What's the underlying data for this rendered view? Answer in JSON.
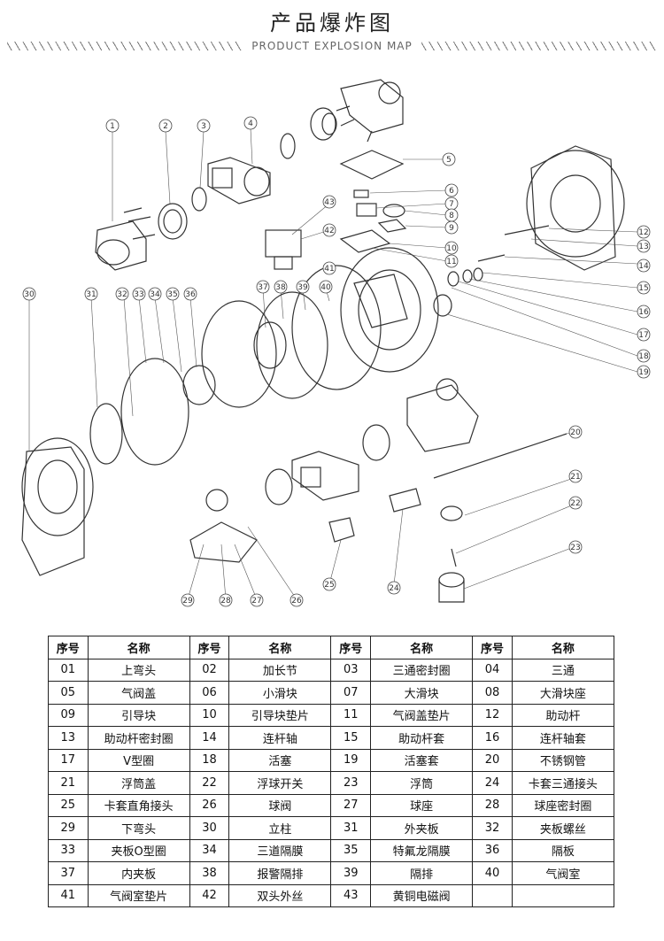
{
  "title": "产品爆炸图",
  "subtitle": "PRODUCT EXPLOSION MAP",
  "table": {
    "col_no": "序号",
    "col_name": "名称",
    "parts": [
      {
        "no": "01",
        "name": "上弯头"
      },
      {
        "no": "02",
        "name": "加长节"
      },
      {
        "no": "03",
        "name": "三通密封圈"
      },
      {
        "no": "04",
        "name": "三通"
      },
      {
        "no": "05",
        "name": "气阀盖"
      },
      {
        "no": "06",
        "name": "小滑块"
      },
      {
        "no": "07",
        "name": "大滑块"
      },
      {
        "no": "08",
        "name": "大滑块座"
      },
      {
        "no": "09",
        "name": "引导块"
      },
      {
        "no": "10",
        "name": "引导块垫片"
      },
      {
        "no": "11",
        "name": "气阀盖垫片"
      },
      {
        "no": "12",
        "name": "助动杆"
      },
      {
        "no": "13",
        "name": "助动杆密封圈"
      },
      {
        "no": "14",
        "name": "连杆轴"
      },
      {
        "no": "15",
        "name": "助动杆套"
      },
      {
        "no": "16",
        "name": "连杆轴套"
      },
      {
        "no": "17",
        "name": "V型圈"
      },
      {
        "no": "18",
        "name": "活塞"
      },
      {
        "no": "19",
        "name": "活塞套"
      },
      {
        "no": "20",
        "name": "不锈钢管"
      },
      {
        "no": "21",
        "name": "浮筒盖"
      },
      {
        "no": "22",
        "name": "浮球开关"
      },
      {
        "no": "23",
        "name": "浮筒"
      },
      {
        "no": "24",
        "name": "卡套三通接头"
      },
      {
        "no": "25",
        "name": "卡套直角接头"
      },
      {
        "no": "26",
        "name": "球阀"
      },
      {
        "no": "27",
        "name": "球座"
      },
      {
        "no": "28",
        "name": "球座密封圈"
      },
      {
        "no": "29",
        "name": "下弯头"
      },
      {
        "no": "30",
        "name": "立柱"
      },
      {
        "no": "31",
        "name": "外夹板"
      },
      {
        "no": "32",
        "name": "夹板螺丝"
      },
      {
        "no": "33",
        "name": "夹板O型圈"
      },
      {
        "no": "34",
        "name": "三道隔膜"
      },
      {
        "no": "35",
        "name": "特氟龙隔膜"
      },
      {
        "no": "36",
        "name": "隔板"
      },
      {
        "no": "37",
        "name": "内夹板"
      },
      {
        "no": "38",
        "name": "报警隔排"
      },
      {
        "no": "39",
        "name": "隔排"
      },
      {
        "no": "40",
        "name": "气阀室"
      },
      {
        "no": "41",
        "name": "气阀室垫片"
      },
      {
        "no": "42",
        "name": "双头外丝"
      },
      {
        "no": "43",
        "name": "黄铜电磁阀"
      },
      {
        "no": "",
        "name": ""
      }
    ]
  },
  "callouts": [
    "1",
    "2",
    "3",
    "4",
    "5",
    "6",
    "7",
    "8",
    "9",
    "10",
    "11",
    "12",
    "13",
    "14",
    "15",
    "16",
    "17",
    "18",
    "19",
    "20",
    "21",
    "22",
    "23",
    "24",
    "25",
    "26",
    "27",
    "28",
    "29",
    "30",
    "31",
    "32",
    "33",
    "34",
    "35",
    "36",
    "37",
    "38",
    "39",
    "40",
    "41",
    "42",
    "43"
  ]
}
